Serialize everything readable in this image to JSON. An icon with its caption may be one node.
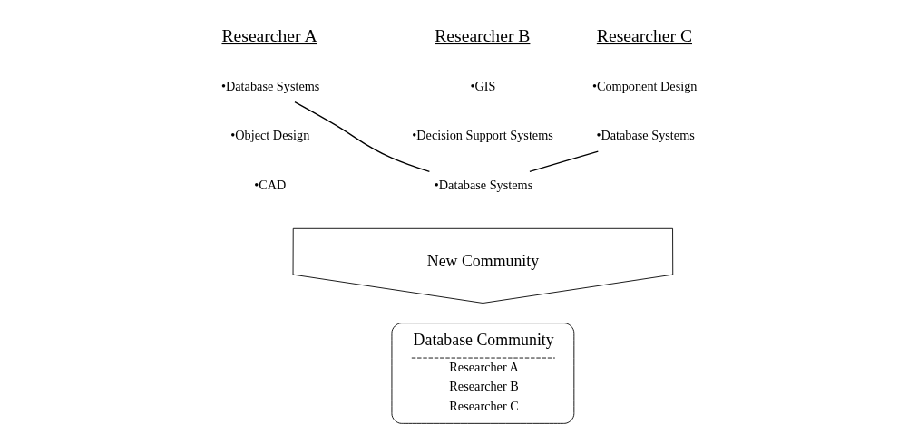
{
  "diagram": {
    "nodes": [
      {
        "text": [
          "•Database Systems"
        ]
      },
      {
        "text": [
          "•Database Systems"
        ]
      },
      {
        "text": [
          "•Database Systems"
        ]
      },
      {
        "text": [
          "New Community"
        ]
      },
      {
        "text": [
          "Database Community",
          "Researcher A",
          "Researcher B",
          "Researcher C"
        ]
      }
    ],
    "edges": [
      {
        "from": 0,
        "to": 1,
        "arrow": "none"
      },
      {
        "from": 1,
        "to": 2,
        "arrow": "none"
      }
    ],
    "labels": [
      "Researcher A",
      "•Object Design",
      "•CAD",
      "Researcher B",
      "•GIS",
      "•Decision Support Systems",
      "Researcher C",
      "•Component Design"
    ]
  }
}
